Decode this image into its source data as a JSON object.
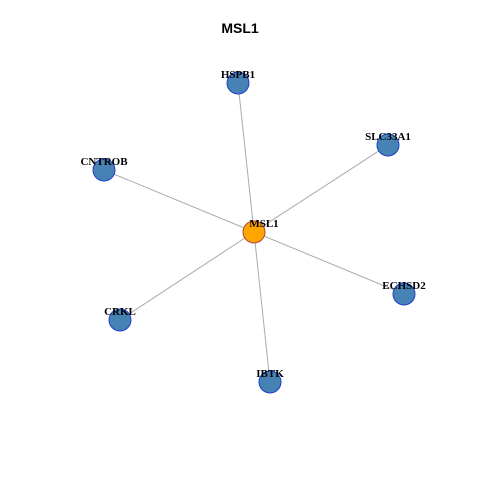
{
  "title": "MSL1",
  "colors": {
    "hub_fill": "#FFA500",
    "hub_stroke": "#B0453A",
    "leaf_fill": "#4682B4",
    "leaf_stroke": "#1E3FCC",
    "edge": "#aaaaaa"
  },
  "hub": {
    "id": "MSL1",
    "label": "MSL1"
  },
  "nodes": [
    {
      "id": "HSPB1",
      "label": "HSPB1"
    },
    {
      "id": "SLC33A1",
      "label": "SLC33A1"
    },
    {
      "id": "CNTROB",
      "label": "CNTROB"
    },
    {
      "id": "ECHSD2",
      "label": "ECHSD2"
    },
    {
      "id": "CRKL",
      "label": "CRKL"
    },
    {
      "id": "IBTK",
      "label": "IBTK"
    }
  ],
  "edges": [
    [
      "MSL1",
      "HSPB1"
    ],
    [
      "MSL1",
      "SLC33A1"
    ],
    [
      "MSL1",
      "CNTROB"
    ],
    [
      "MSL1",
      "ECHSD2"
    ],
    [
      "MSL1",
      "CRKL"
    ],
    [
      "MSL1",
      "IBTK"
    ]
  ]
}
